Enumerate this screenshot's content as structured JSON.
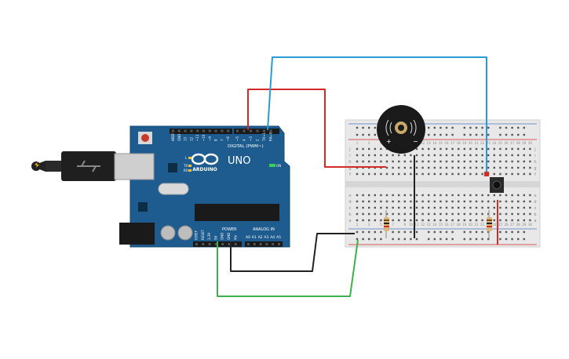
{
  "arduino": {
    "brand": "ARDUINO",
    "model": "UNO",
    "digital_label": "DIGITAL (PWM~)",
    "power_label": "POWER",
    "analog_label": "ANALOG IN",
    "on_label": "ON",
    "tx_label": "TX",
    "rx_label": "RX",
    "l_label": "L",
    "analog_pins": [
      "A0",
      "A1",
      "A2",
      "A3",
      "A4",
      "A5"
    ],
    "power_pins": [
      "IOREF",
      "RESET",
      "3.3V",
      "5V",
      "GND",
      "GND",
      "Vin"
    ],
    "digital_pins": [
      "AREF",
      "GND",
      "13",
      "12",
      "~11",
      "~10",
      "~9",
      "8",
      "7",
      "~6",
      "~5",
      "4",
      "~3",
      "2",
      "TX→1",
      "RX←0"
    ]
  },
  "breadboard": {
    "row_letters_top": [
      "j",
      "i",
      "h",
      "g",
      "f"
    ],
    "row_letters_bottom": [
      "e",
      "d",
      "c",
      "b",
      "a"
    ],
    "column_numbers": [
      "1",
      "2",
      "3",
      "4",
      "5",
      "6",
      "7",
      "8",
      "9",
      "10",
      "11",
      "12",
      "13",
      "14",
      "15",
      "16",
      "17",
      "18",
      "19",
      "20",
      "21",
      "22",
      "23",
      "24",
      "25",
      "26",
      "27",
      "28",
      "29",
      "30"
    ]
  },
  "buzzer": {
    "plus": "+",
    "minus": "−"
  },
  "colors": {
    "board_blue": "#1e5c8f",
    "wire_red": "#d42a2a",
    "wire_blue": "#2a9ad4",
    "wire_black": "#222222",
    "wire_green": "#3ab14a",
    "breadboard": "#e8e8e8"
  }
}
